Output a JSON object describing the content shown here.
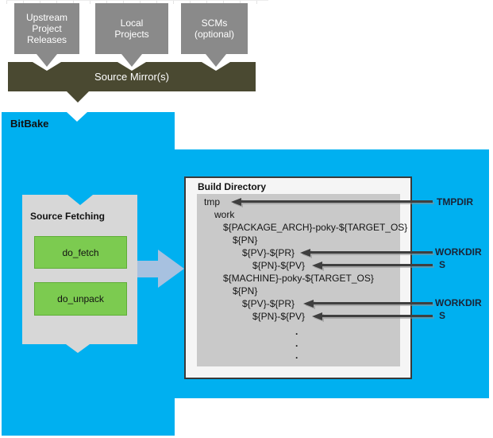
{
  "upstream_sources": {
    "boxes": [
      {
        "label": "Upstream\nProject\nReleases"
      },
      {
        "label": "Local\nProjects"
      },
      {
        "label": "SCMs\n(optional)"
      }
    ],
    "mirror": {
      "label": "Source Mirror(s)"
    }
  },
  "bitbake": {
    "label": "BitBake"
  },
  "source_fetching": {
    "title": "Source Fetching",
    "tasks": [
      {
        "label": "do_fetch"
      },
      {
        "label": "do_unpack"
      }
    ]
  },
  "build_directory": {
    "title": "Build Directory",
    "tree": [
      {
        "text": "tmp"
      },
      {
        "text": "work"
      },
      {
        "text": "${PACKAGE_ARCH}-poky-${TARGET_OS}"
      },
      {
        "text": "${PN}"
      },
      {
        "text": "${PV}-${PR}"
      },
      {
        "text": "${PN}-${PV}"
      },
      {
        "text": "${MACHINE}-poky-${TARGET_OS}"
      },
      {
        "text": "${PN}"
      },
      {
        "text": "${PV}-${PR}"
      },
      {
        "text": "${PN}-${PV}"
      },
      {
        "text": "."
      },
      {
        "text": "."
      },
      {
        "text": "."
      }
    ]
  },
  "annotations": [
    {
      "label": "TMPDIR"
    },
    {
      "label": "WORKDIR"
    },
    {
      "label": "S"
    },
    {
      "label": "WORKDIR"
    },
    {
      "label": "S"
    }
  ],
  "colors": {
    "bitbake_blue": "#00b0f0",
    "mirror_olive": "#4a4931",
    "source_box_gray": "#8a8a8a",
    "fetching_gray": "#d7d7d7",
    "task_green": "#7ccb50",
    "tree_panel_gray": "#c9c9c9",
    "annotation_arrow_dark": "#3f3f3f",
    "flow_arrow_blue": "#a7c1e0"
  }
}
